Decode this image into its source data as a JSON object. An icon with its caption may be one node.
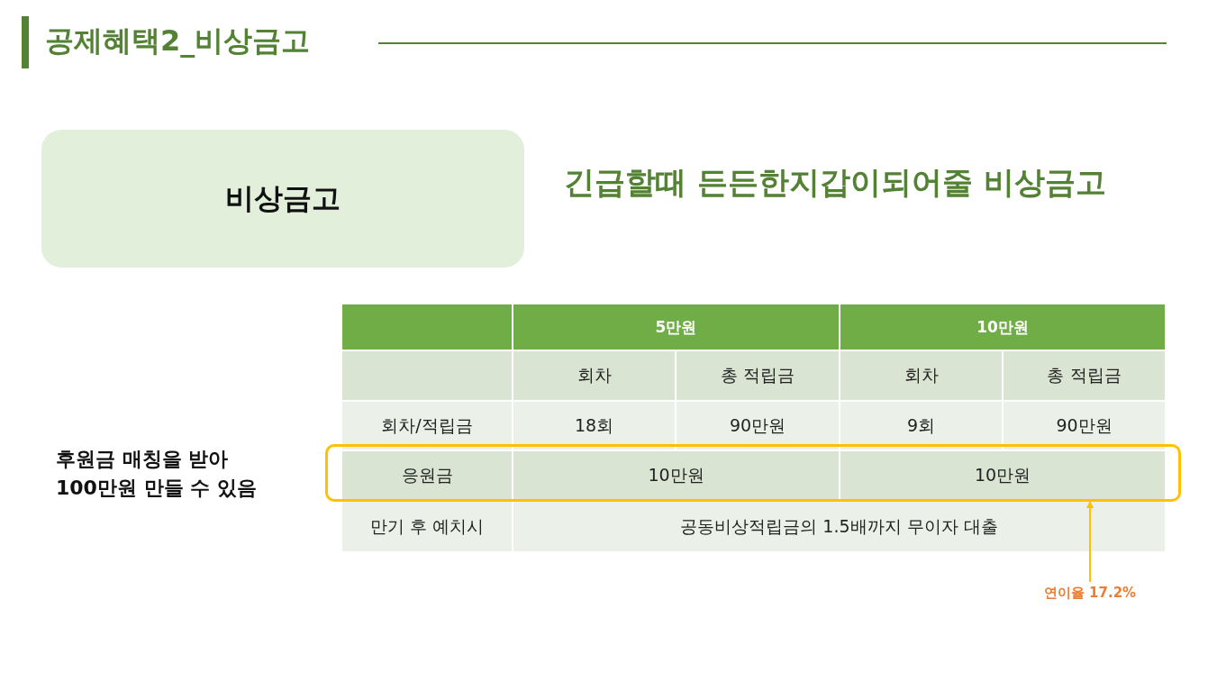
{
  "diagram": {
    "title": "공제혜택2_비상금고",
    "nodes": [
      {
        "text": [
          "비상금고"
        ]
      },
      {
        "text": [
          "연이율 17.2%"
        ]
      },
      {
        "text": [],
        "shape": "box"
      }
    ],
    "edges": [
      {
        "from": 1,
        "to": 2,
        "arrow": "to",
        "color": "#ffc000"
      }
    ],
    "labels": [
      "긴급할때 든든한지갑이되어줄 비상금고",
      "5만원",
      "10만원",
      "회차",
      "총 적립금",
      "회차",
      "총 적립금",
      "회차/적립금",
      "18회",
      "90만원",
      "9회",
      "90만원",
      "응원금",
      "10만원",
      "10만원",
      "만기 후 예치시",
      "공동비상적립금의 1.5배까지 무이자 대출",
      "후원금 매칭을 받아 100만원 만들 수 있음"
    ]
  }
}
